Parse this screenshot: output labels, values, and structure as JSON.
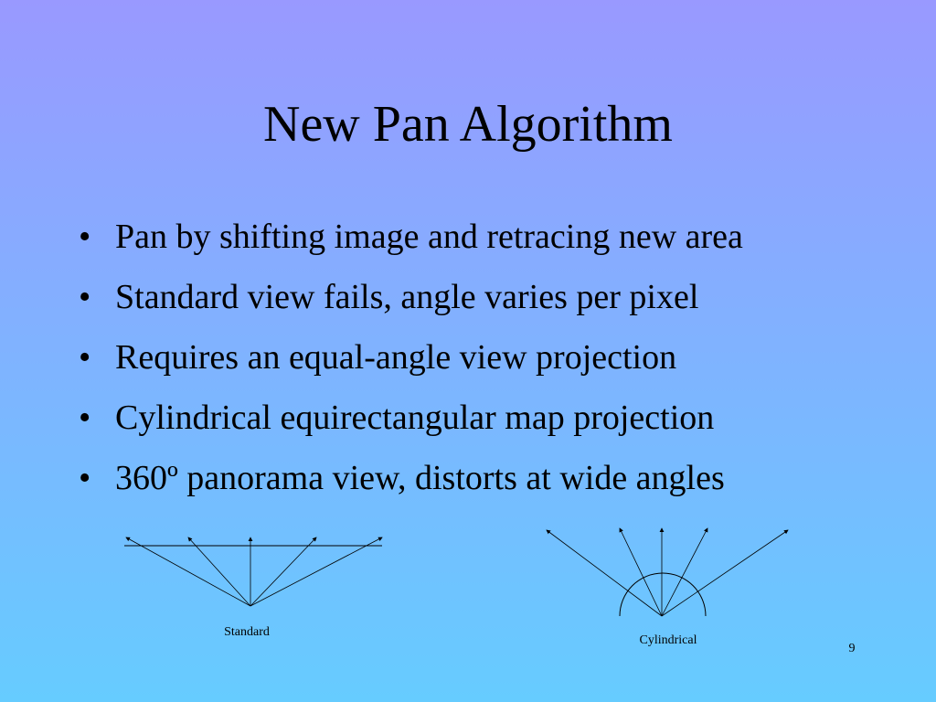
{
  "slide": {
    "title": "New Pan Algorithm",
    "bullets": [
      "Pan by shifting image and retracing new area",
      "Standard view fails, angle varies per pixel",
      "Requires an equal-angle view projection",
      "Cylindrical equirectangular map projection",
      "360º panorama view, distorts at wide angles"
    ],
    "bullet_glyph": "•",
    "page_number": "9"
  },
  "diagrams": {
    "standard_label": "Standard",
    "cylindrical_label": "Cylindrical"
  }
}
